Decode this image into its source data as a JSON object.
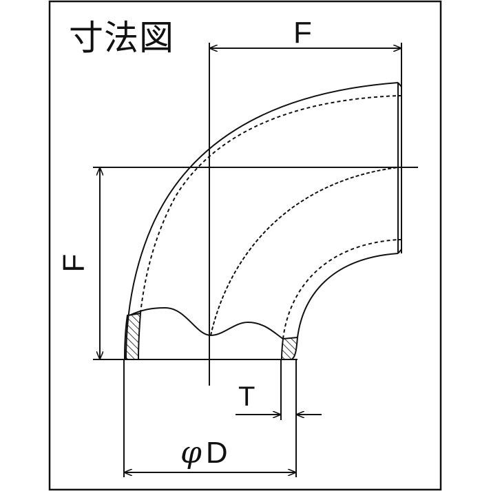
{
  "title": "寸法図",
  "dimensions": {
    "top_width_label": "F",
    "left_height_label": "F",
    "wall_thickness_label": "T",
    "diameter_symbol": "φ",
    "diameter_label": "D"
  },
  "colors": {
    "line": "#111111",
    "background": "#ffffff"
  },
  "drawing": {
    "subject": "90-degree butt-weld elbow",
    "section_hatch": true
  }
}
